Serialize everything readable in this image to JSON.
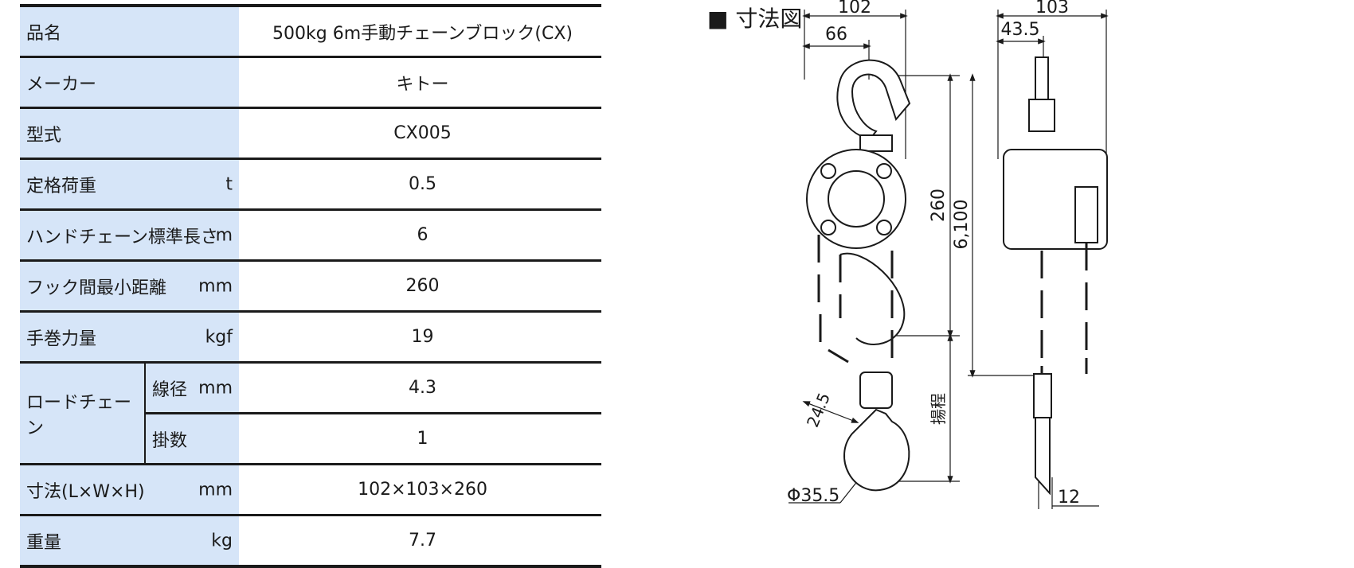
{
  "spec_rows": [
    {
      "label": "品名",
      "unit": "",
      "value": "500kg 6m手動チェーンブロック(CX)"
    },
    {
      "label": "メーカー",
      "unit": "",
      "value": "キトー"
    },
    {
      "label": "型式",
      "unit": "",
      "value": "CX005"
    },
    {
      "label": "定格荷重",
      "unit": "t",
      "value": "0.5"
    },
    {
      "label": "ハンドチェーン標準長さ",
      "unit": "m",
      "value": "6"
    },
    {
      "label": "フック間最小距離",
      "unit": "mm",
      "value": "260"
    },
    {
      "label": "手巻力量",
      "unit": "kgf",
      "value": "19"
    }
  ],
  "load_chain": {
    "label": "ロードチェーン",
    "rows": [
      {
        "label": "線径",
        "unit": "mm",
        "value": "4.3"
      },
      {
        "label": "掛数",
        "unit": "",
        "value": "1"
      }
    ]
  },
  "spec_rows_bottom": [
    {
      "label": "寸法(L×W×H)",
      "unit": "mm",
      "value": "102×103×260"
    },
    {
      "label": "重量",
      "unit": "kg",
      "value": "7.7"
    }
  ],
  "drawing": {
    "title": "■ 寸法図",
    "dims": {
      "width_front": "102",
      "hook_offset": "66",
      "width_side": "103",
      "side_offset": "43.5",
      "min_distance": "260",
      "hand_chain": "6,100",
      "lift_label": "揚程",
      "hook_opening": "24.5",
      "hook_diameter": "Φ35.5",
      "chain_width": "12"
    }
  }
}
